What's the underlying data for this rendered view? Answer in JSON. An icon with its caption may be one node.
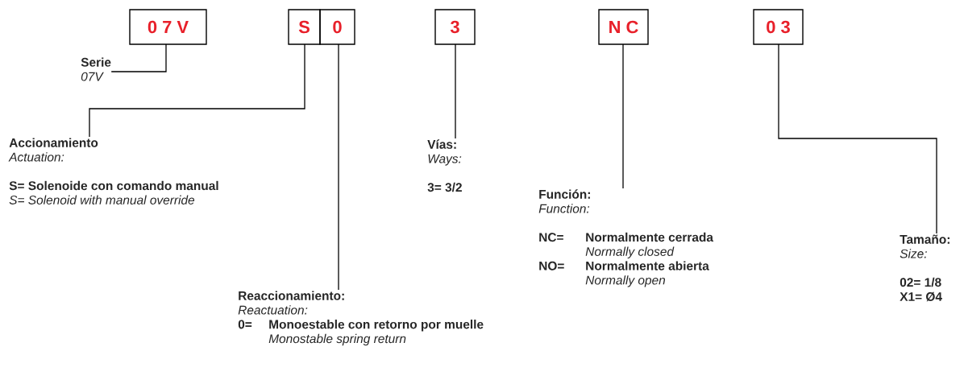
{
  "diagram": {
    "nodes": [
      {
        "text": [
          "0 7 V"
        ]
      },
      {
        "text": [
          "S"
        ]
      },
      {
        "text": [
          "0"
        ]
      },
      {
        "text": [
          "3"
        ]
      },
      {
        "text": [
          "N C"
        ]
      },
      {
        "text": [
          "0 3"
        ]
      },
      {
        "text": [
          "Serie",
          "07V"
        ]
      },
      {
        "text": [
          "Accionamiento",
          "Actuation:",
          "S= Solenoide con comando manual",
          "S= Solenoid with manual override"
        ]
      },
      {
        "text": [
          "Vías:",
          "Ways:",
          "3= 3/2"
        ]
      },
      {
        "text": [
          "Función:",
          "Function:",
          "NC=",
          "Normalmente cerrada",
          "Normally closed",
          "NO=",
          "Normalmente abierta",
          "Normally open"
        ]
      },
      {
        "text": [
          "Tamaño:",
          "Size:",
          "02= 1/8",
          "X1= Ø4"
        ]
      },
      {
        "text": [
          "Reaccionamiento:",
          "Reactuation:",
          "0=",
          "Monoestable con retorno por muelle",
          "Monostable spring return"
        ]
      }
    ],
    "edges": [
      {
        "from": 0,
        "to": 6,
        "arrow": "none"
      },
      {
        "from": 1,
        "to": 7,
        "arrow": "none"
      },
      {
        "from": 2,
        "to": 11,
        "arrow": "none"
      },
      {
        "from": 3,
        "to": 8,
        "arrow": "none"
      },
      {
        "from": 4,
        "to": 9,
        "arrow": "none"
      },
      {
        "from": 5,
        "to": 10,
        "arrow": "none"
      }
    ]
  }
}
